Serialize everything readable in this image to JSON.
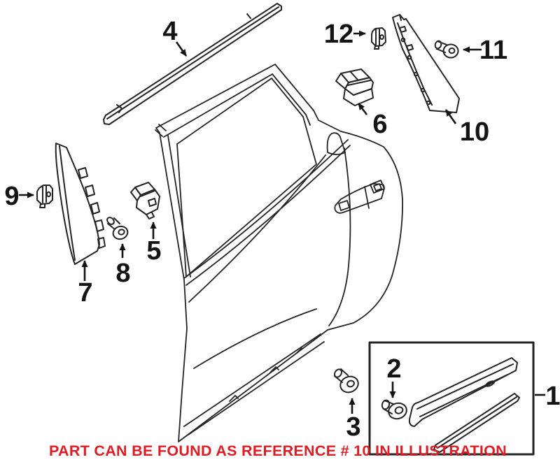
{
  "diagram": {
    "kind": "exploded-parts-diagram",
    "subject": "rear-door-exterior-trim",
    "background": "#ffffff",
    "line_color": "#242424",
    "label_color": "#141414"
  },
  "callouts": [
    {
      "label": "1",
      "part": "moldings-kit-box"
    },
    {
      "label": "2",
      "part": "grommet-nut"
    },
    {
      "label": "3",
      "part": "screw"
    },
    {
      "label": "4",
      "part": "beltline-molding-strip"
    },
    {
      "label": "5",
      "part": "mounting-bracket"
    },
    {
      "label": "6",
      "part": "mounting-bracket"
    },
    {
      "label": "7",
      "part": "front-pillar-applique"
    },
    {
      "label": "8",
      "part": "screw"
    },
    {
      "label": "9",
      "part": "clip"
    },
    {
      "label": "10",
      "part": "rear-pillar-applique"
    },
    {
      "label": "11",
      "part": "screw"
    },
    {
      "label": "12",
      "part": "clip"
    }
  ],
  "caption": {
    "text": "PART CAN BE FOUND AS REFERENCE # 10 IN ILLUSTRATION",
    "color": "#dd1d24"
  }
}
